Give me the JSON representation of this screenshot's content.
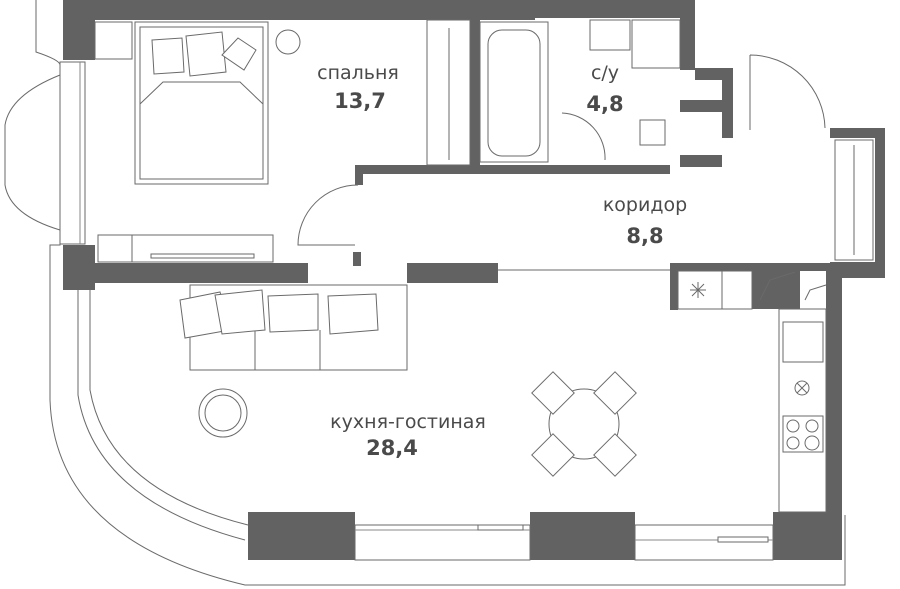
{
  "rooms": [
    {
      "name": "спальня",
      "area": "13,7"
    },
    {
      "name": "с/у",
      "area": "4,8"
    },
    {
      "name": "коридор",
      "area": "8,8"
    },
    {
      "name": "кухня-гостиная",
      "area": "28,4"
    }
  ],
  "colors": {
    "wall": "#626262",
    "line": "#6a6a6a",
    "text": "#4a4a4a"
  }
}
